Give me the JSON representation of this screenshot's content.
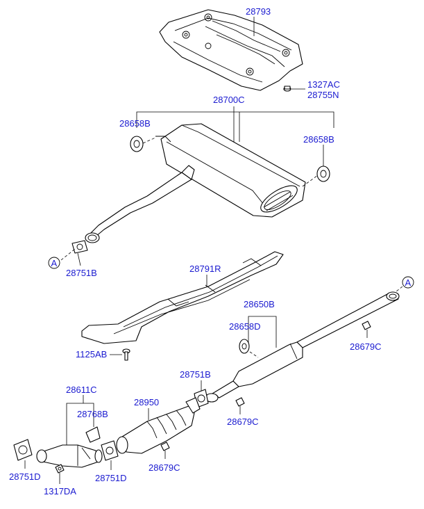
{
  "callouts": {
    "heat_protector_upper": "28793",
    "nut_a": "1327AC",
    "nut_b": "28755N",
    "muffler_assy": "28700C",
    "hanger_left": "28658B",
    "hanger_right": "28658B",
    "gasket_rear": "28751B",
    "ref_a_rear": "A",
    "heat_protector_center": "28791R",
    "center_pipe": "28650B",
    "hanger_center": "28658D",
    "nut_center_pipe": "28679C",
    "bolt": "1125AB",
    "front_pipe": "28611C",
    "bracket": "28768B",
    "converter": "28950",
    "gasket_mid": "28751B",
    "nut_mid": "28679C",
    "nut_converter": "28679C",
    "gasket_converter": "28751D",
    "gasket_manifold": "28751D",
    "nut_manifold": "1317DA",
    "ref_a_front": "A"
  }
}
